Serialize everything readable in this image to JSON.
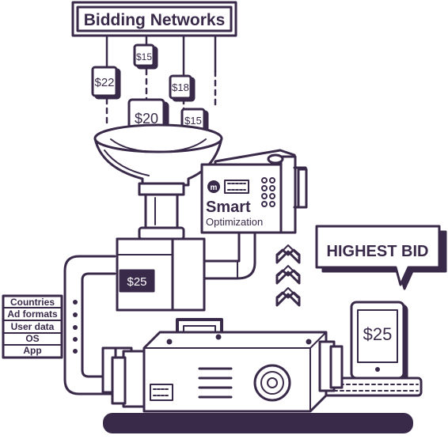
{
  "colors": {
    "ink": "#3a2a4a",
    "paper": "#ffffff",
    "floor": "#3a2a4a"
  },
  "header": {
    "title": "Bidding Networks"
  },
  "bids": {
    "b1": "$15",
    "b2": "$22",
    "b3": "$20",
    "b4": "$18",
    "b5": "$15"
  },
  "optimizer": {
    "title": "Smart",
    "subtitle": "Optimization",
    "logo_icon": "m-logo-icon"
  },
  "pipe_display": "$25",
  "signals": {
    "items": [
      "Countries",
      "Ad formats",
      "User data",
      "OS",
      "App"
    ]
  },
  "result": {
    "label": "HIGHEST BID",
    "value": "$25"
  },
  "icons": {
    "hearts": "heart-icon",
    "speaker": "speaker-icon"
  }
}
